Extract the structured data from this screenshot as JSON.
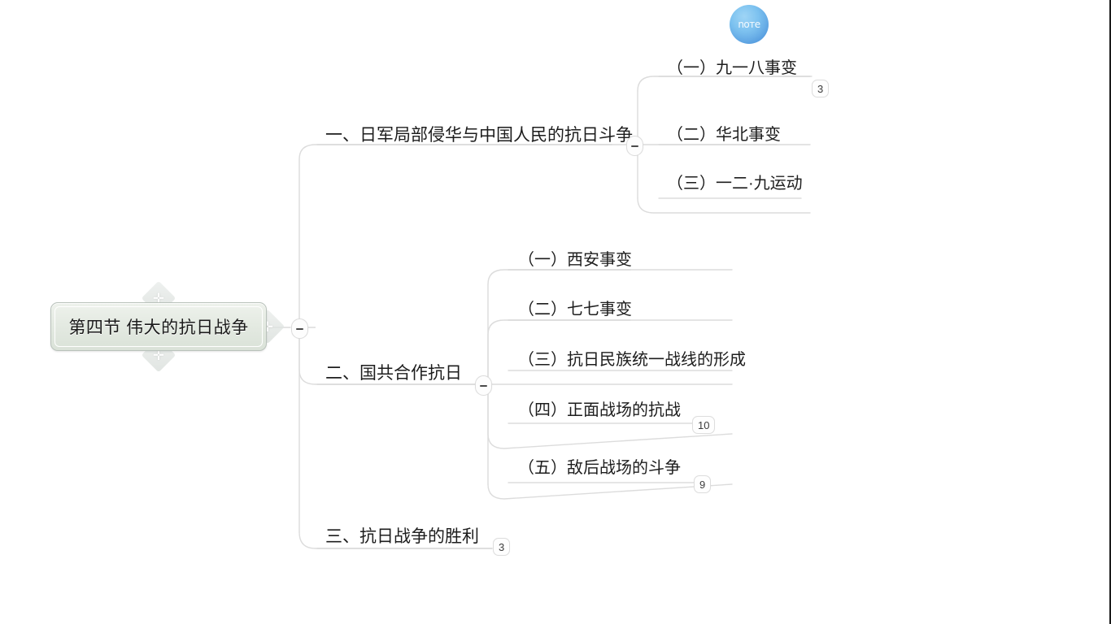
{
  "canvas": {
    "background": "#ffffff",
    "accent_node_bg": "#e4eae2",
    "line_color": "#d8d8d8",
    "text_color": "#1d1d1d",
    "badge_color": "#3c3c3c",
    "watermark_color": "#2f86d8"
  },
  "watermark": {
    "label": "noте"
  },
  "root": {
    "label": "第四节 伟大的抗日战争",
    "toggle_symbol": "−",
    "handle_symbol": "✛"
  },
  "branches": [
    {
      "id": "branch-1",
      "label": "一、日军局部侵华与中国人民的抗日斗争",
      "badge": null,
      "toggle_symbol": "−",
      "children": [
        {
          "id": "branch-1-child-1",
          "label": "（一）九一八事变",
          "badge": "3"
        },
        {
          "id": "branch-1-child-2",
          "label": "（二）华北事变",
          "badge": null
        },
        {
          "id": "branch-1-child-3",
          "label": "（三）一二·九运动",
          "badge": null
        }
      ]
    },
    {
      "id": "branch-2",
      "label": "二、国共合作抗日",
      "badge": null,
      "toggle_symbol": "−",
      "children": [
        {
          "id": "branch-2-child-1",
          "label": "（一）西安事变",
          "badge": null
        },
        {
          "id": "branch-2-child-2",
          "label": "（二）七七事变",
          "badge": null
        },
        {
          "id": "branch-2-child-3",
          "label": "（三）抗日民族统一战线的形成",
          "badge": null
        },
        {
          "id": "branch-2-child-4",
          "label": "（四）正面战场的抗战",
          "badge": "10"
        },
        {
          "id": "branch-2-child-5",
          "label": "（五）敌后战场的斗争",
          "badge": "9"
        }
      ]
    },
    {
      "id": "branch-3",
      "label": "三、抗日战争的胜利",
      "badge": "3",
      "toggle_symbol": null,
      "children": []
    }
  ]
}
